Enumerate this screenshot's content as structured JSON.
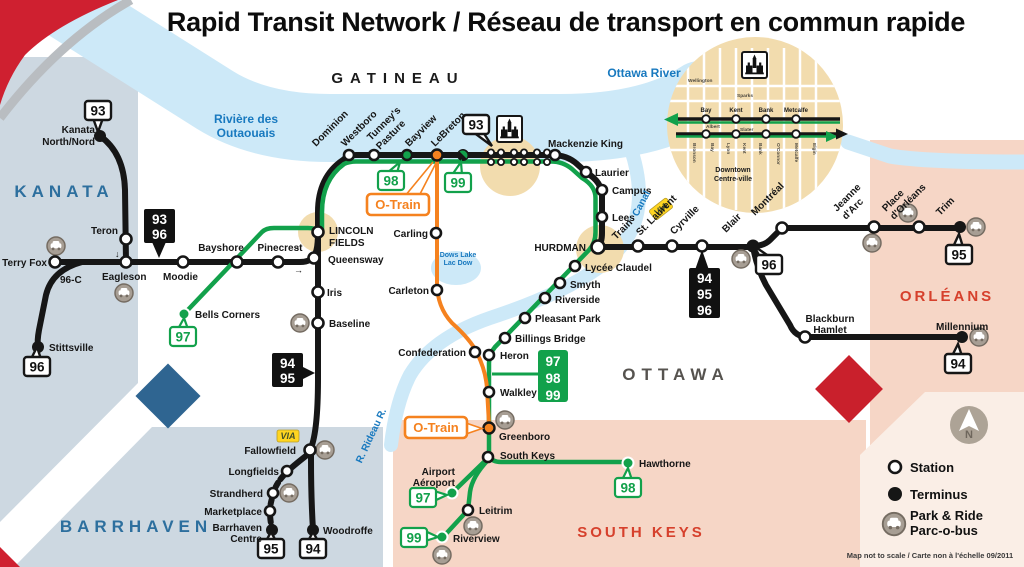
{
  "title": "Rapid Transit Network / Réseau de transport en commun rapide",
  "regions": {
    "kanata": "KANATA",
    "gatineau": "GATINEAU",
    "barrhaven": "BARRHAVEN",
    "ottawa": "OTTAWA",
    "orleans": "ORLÉANS",
    "south_keys": "SOUTH KEYS"
  },
  "waterways": {
    "ottawa_river": "Ottawa River",
    "riviere_1": "Rivière des",
    "riviere_2": "Outaouais",
    "canal": "Canal",
    "rideau": "R. Rideau R.",
    "dows_1": "Dows Lake",
    "dows_2": "Lac Dow"
  },
  "stations": {
    "terry_fox": "Terry Fox",
    "c96": "96-C",
    "stittsville": "Stittsville",
    "kanata_north_1": "Kanata",
    "kanata_north_2": "North/Nord",
    "teron": "Teron",
    "eagleson": "Eagleson",
    "moodie": "Moodie",
    "bayshore": "Bayshore",
    "pinecrest": "Pinecrest",
    "bells_corners": "Bells Corners",
    "lincoln_1": "LINCOLN",
    "lincoln_2": "FIELDS",
    "queensway": "Queensway",
    "iris": "Iris",
    "baseline": "Baseline",
    "fallowfield": "Fallowfield",
    "longfields": "Longfields",
    "strandherd": "Strandherd",
    "marketplace": "Marketplace",
    "barrhaven_1": "Barrhaven",
    "barrhaven_2": "Centre",
    "woodroffe": "Woodroffe",
    "dominion": "Dominion",
    "westboro": "Westboro",
    "tunneys_1": "Tunney's",
    "tunneys_2": "Pasture",
    "bayview": "Bayview",
    "lebreton": "LeBreton",
    "mackenzie_king": "Mackenzie King",
    "laurier": "Laurier",
    "campus": "Campus",
    "lees": "Lees",
    "hurdman": "HURDMAN",
    "carling": "Carling",
    "carleton": "Carleton",
    "confederation": "Confederation",
    "lycee_claudel": "Lycée Claudel",
    "smyth": "Smyth",
    "riverside": "Riverside",
    "pleasant_park": "Pleasant Park",
    "billings_bridge": "Billings Bridge",
    "heron": "Heron",
    "walkley": "Walkley",
    "greenboro": "Greenboro",
    "south_keys": "South Keys",
    "hawthorne": "Hawthorne",
    "airport_1": "Airport",
    "airport_2": "Aéroport",
    "leitrim": "Leitrim",
    "riverview": "Riverview",
    "train": "Train",
    "st_laurent": "St. Laurent",
    "cyrville": "Cyrville",
    "blair": "Blair",
    "montreal": "Montréal",
    "jeanne_1": "Jeanne",
    "jeanne_2": "d'Arc",
    "place_1": "Place",
    "place_2": "d'Orléans",
    "trim": "Trim",
    "blackburn_1": "Blackburn",
    "blackburn_2": "Hamlet",
    "millennium": "Millennium"
  },
  "badges": {
    "n93": "93",
    "n94": "94",
    "n95": "95",
    "n96": "96",
    "n97": "97",
    "n98": "98",
    "n99": "99",
    "otrain": "O-Train",
    "via": "VIA"
  },
  "inset": {
    "wellington": "Wellington",
    "sparks": "Sparks",
    "albert": "Albert",
    "slater": "Slater",
    "bay": "Bay",
    "kent": "Kent",
    "bank": "Bank",
    "metcalfe": "Metcalfe",
    "bronson": "Bronson",
    "lyon": "Lyon",
    "oconnor": "O'Connor",
    "elgin": "Elgin",
    "caption_1": "Downtown",
    "caption_2": "Centre-ville"
  },
  "legend": {
    "station": "Station",
    "terminus": "Terminus",
    "pr1": "Park & Ride",
    "pr2": "Parc-o-bus",
    "compass": "N",
    "note": "Map not to scale / Carte non à l'échelle 09/2011"
  },
  "misc": {
    "arrow_up": "↑",
    "arrow_down": "↓",
    "arrow_right": "→"
  },
  "colors": {
    "line_black": "#161616",
    "line_green": "#12a14b",
    "line_orange": "#f5821f",
    "water": "#cde9f8",
    "water_text": "#1879bf",
    "region_gray": "#cdd8e1",
    "region_pink": "#f6d6c6",
    "legend_cream": "#faeee6",
    "tan": "#f2dcae",
    "label_blue": "#2d6f9e",
    "label_red": "#d6402c",
    "corner_red": "#cf2030",
    "diamond_blue": "#2f6591",
    "diamond_red": "#c9202c",
    "via_yellow": "#ffd520",
    "park_ride_gray": "#a79e94"
  }
}
